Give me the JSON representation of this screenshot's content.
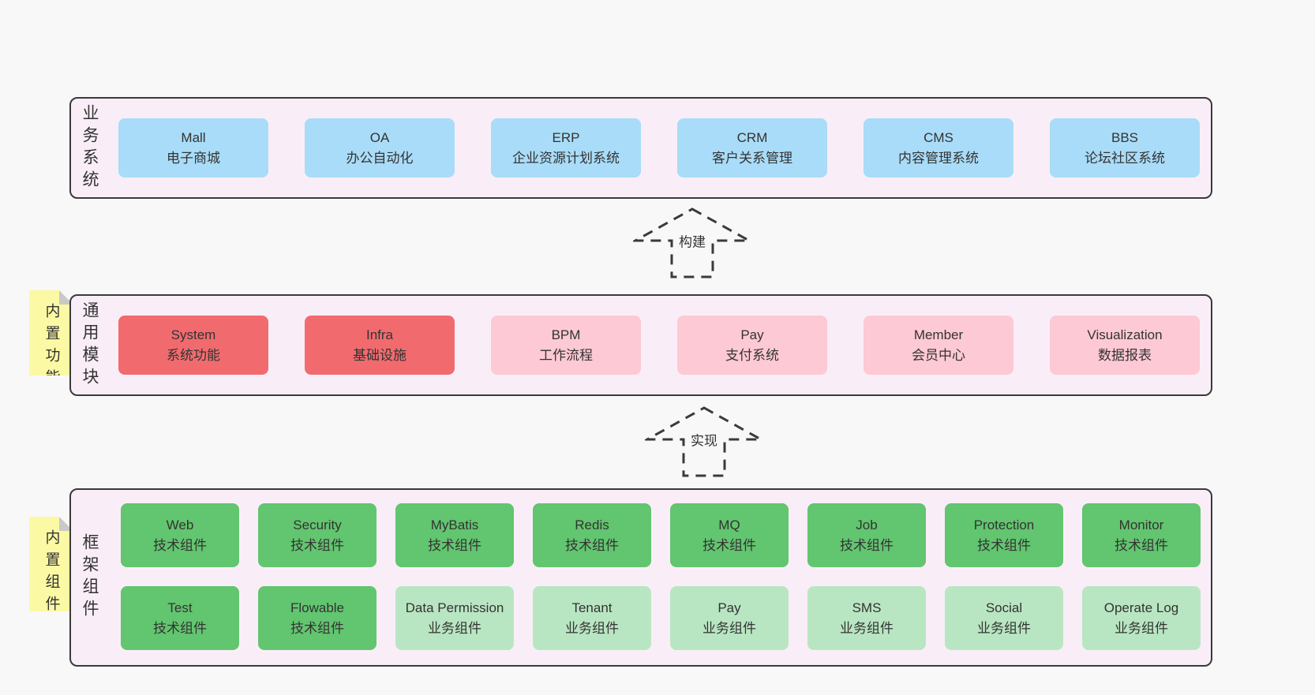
{
  "colors": {
    "page_bg": "#f8f8f8",
    "layer_bg": "#f9eef7",
    "border": "#3a3a3a",
    "text": "#333333",
    "blue": "#a9dcf8",
    "red": "#f16b6e",
    "pink": "#fdc9d4",
    "green": "#62c56f",
    "light_green": "#b9e6c2",
    "sticky_yellow": "#fbf9a3",
    "sticky_fold": "#c9c9c9"
  },
  "arrows": [
    {
      "label": "构建"
    },
    {
      "label": "实现"
    }
  ],
  "layers": [
    {
      "label": "业务系统",
      "sticky": null,
      "rows": [
        [
          {
            "name": "Mall",
            "desc": "电子商城",
            "type": "blue"
          },
          {
            "name": "OA",
            "desc": "办公自动化",
            "type": "blue"
          },
          {
            "name": "ERP",
            "desc": "企业资源计划系统",
            "type": "blue"
          },
          {
            "name": "CRM",
            "desc": "客户关系管理",
            "type": "blue"
          },
          {
            "name": "CMS",
            "desc": "内容管理系统",
            "type": "blue"
          },
          {
            "name": "BBS",
            "desc": "论坛社区系统",
            "type": "blue"
          }
        ]
      ]
    },
    {
      "label": "通用模块",
      "sticky": "内置功能",
      "rows": [
        [
          {
            "name": "System",
            "desc": "系统功能",
            "type": "red"
          },
          {
            "name": "Infra",
            "desc": "基础设施",
            "type": "red"
          },
          {
            "name": "BPM",
            "desc": "工作流程",
            "type": "pink"
          },
          {
            "name": "Pay",
            "desc": "支付系统",
            "type": "pink"
          },
          {
            "name": "Member",
            "desc": "会员中心",
            "type": "pink"
          },
          {
            "name": "Visualization",
            "desc": "数据报表",
            "type": "pink"
          }
        ]
      ]
    },
    {
      "label": "框架组件",
      "sticky": "内置组件",
      "rows": [
        [
          {
            "name": "Web",
            "desc": "技术组件",
            "type": "green"
          },
          {
            "name": "Security",
            "desc": "技术组件",
            "type": "green"
          },
          {
            "name": "MyBatis",
            "desc": "技术组件",
            "type": "green"
          },
          {
            "name": "Redis",
            "desc": "技术组件",
            "type": "green"
          },
          {
            "name": "MQ",
            "desc": "技术组件",
            "type": "green"
          },
          {
            "name": "Job",
            "desc": "技术组件",
            "type": "green"
          },
          {
            "name": "Protection",
            "desc": "技术组件",
            "type": "green"
          },
          {
            "name": "Monitor",
            "desc": "技术组件",
            "type": "green"
          }
        ],
        [
          {
            "name": "Test",
            "desc": "技术组件",
            "type": "green"
          },
          {
            "name": "Flowable",
            "desc": "技术组件",
            "type": "green"
          },
          {
            "name": "Data Permission",
            "desc": "业务组件",
            "type": "light_green"
          },
          {
            "name": "Tenant",
            "desc": "业务组件",
            "type": "light_green"
          },
          {
            "name": "Pay",
            "desc": "业务组件",
            "type": "light_green"
          },
          {
            "name": "SMS",
            "desc": "业务组件",
            "type": "light_green"
          },
          {
            "name": "Social",
            "desc": "业务组件",
            "type": "light_green"
          },
          {
            "name": "Operate Log",
            "desc": "业务组件",
            "type": "light_green"
          }
        ]
      ]
    }
  ]
}
